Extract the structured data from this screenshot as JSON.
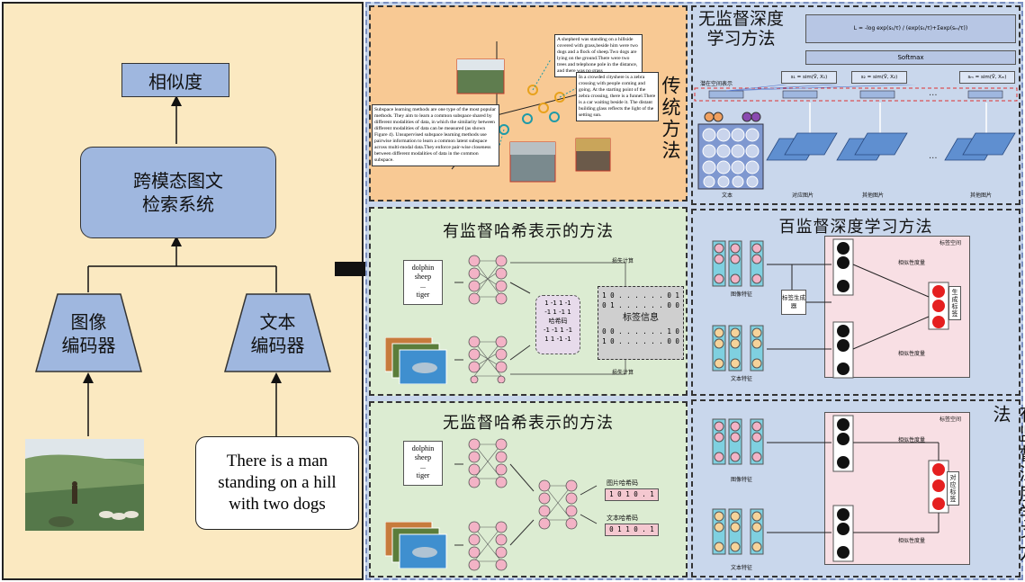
{
  "left": {
    "similarity": "相似度",
    "system": "跨模态图文检索系统",
    "system_line1": "跨模态图文",
    "system_line2": "检索系统",
    "image_encoder_line1": "图像",
    "image_encoder_line2": "编码器",
    "text_encoder_line1": "文本",
    "text_encoder_line2": "编码器",
    "caption_line1": "There is a man",
    "caption_line2": "standing on a hill",
    "caption_line3": "with two dogs"
  },
  "traditional": {
    "title": "传统方法",
    "text_box_1": "A shepherd was standing on a hillside covered with grass,beside him were two dogs and a flock of sheep.Two dogs are lying on the ground.There were two trees and telephone pole in the distance, and there was no grass",
    "text_box_2": "In a crowded cityshere is a zebra crossing with people coming and going. At the starting point of the zebra crossing, there is a funnel.There is a car waiting beside it. The distant building glass reflects the light of the setting sun.",
    "text_box_3": "Subspace learning methods are one type of the most popular methods. They aim to learn a common subspace shared by different modalities of data, in which the similarity between different modalities of data can be measured (as shown Figure 4). Unsupervised subspace learning methods use pairwise information to learn a common latent subspace across multi-modal data.They enforce pair-wise closeness between different modalities of data in the common subspace."
  },
  "supervised_hash": {
    "title": "有监督哈希表示的方法",
    "words": [
      "dolphin",
      "sheep",
      "...",
      "tiger"
    ],
    "hash_code_label": "哈希码",
    "hash_rows": [
      "1 -1 1 -1",
      "-1 1 -1 1",
      "-1 -1 1 -1",
      "1 1 -1 -1"
    ],
    "label_info": "标签信息",
    "label_rows": [
      "1 0 . . . . . . 0 1",
      "0 1 . . . . . . 0 0",
      "0 0 . . . . . . 1 0",
      "1 0 . . . . . . 0 0"
    ],
    "loss_label": "损失计算"
  },
  "unsupervised_hash": {
    "title": "无监督哈希表示的方法",
    "words": [
      "dolphin",
      "sheep",
      "...",
      "tiger"
    ],
    "image_hash_label": "图片哈希码",
    "image_hash": "1 0 1 0 . 1",
    "text_hash_label": "文本哈希码",
    "text_hash": "0 1 1 0 . 1"
  },
  "unsupervised_deep": {
    "title_line1": "无监督深度",
    "title_line2": "学习方法",
    "softmax": "Softmax",
    "latent_label": "潜在空间表示",
    "bottom_labels": [
      "文本",
      "对应图片",
      "其他图片",
      "其他图片"
    ],
    "formula_top": "L = -log exp(s₁/τ) / (exp(s₁/τ)+Σexp(sₘ/τ))",
    "formula_labels": [
      "s₁ = sim(Ṽ, X₁)",
      "s₂ = sim(Ṽ, X₂)",
      "sₘ = sim(Ṽ, Xₘ)"
    ]
  },
  "semi_supervised": {
    "title": "百监督深度学习方法",
    "label_space": "标签空间",
    "image_feature": "图像特征",
    "text_feature": "文本特征",
    "label_generator": "标签生成器",
    "similarity_measure": "相似性度量",
    "generate_label": "生成标签"
  },
  "supervised_deep": {
    "title": "有监督深度学习方法",
    "label_space": "标签空间",
    "image_feature": "图像特征",
    "text_feature": "文本特征",
    "similarity_measure": "相似性度量",
    "corresponding_label": "对应标签"
  },
  "colors": {
    "left_bg": "#fbe9c1",
    "box_blue": "#9fb7df",
    "orange_panel": "#f8c994",
    "green_panel": "#dcecd2",
    "blue_panel": "#c9d7ec",
    "pink_panel": "#f8dfe4",
    "node_pink": "#f3b3c6",
    "node_cyan": "#7fd0e0",
    "node_red": "#e52020"
  }
}
